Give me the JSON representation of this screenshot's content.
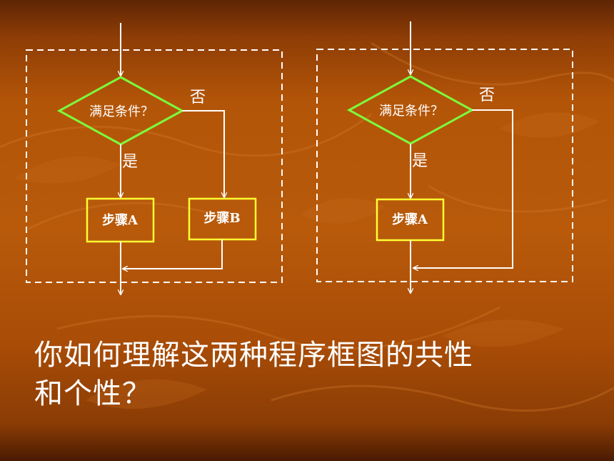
{
  "flowchart_left": {
    "decision": "满足条件？",
    "no_label": "否",
    "yes_label": "是",
    "step_a": "步骤A",
    "step_b": "步骤B"
  },
  "flowchart_right": {
    "decision": "满足条件？",
    "no_label": "否",
    "yes_label": "是",
    "step_a": "步骤A"
  },
  "question": {
    "line1": "你如何理解这两种程序框图的共性",
    "line2": "和个性？"
  },
  "colors": {
    "decision_border": "#7cfc3c",
    "step_border": "#ffff33",
    "lines": "#ffffff",
    "background": "#b35508"
  }
}
